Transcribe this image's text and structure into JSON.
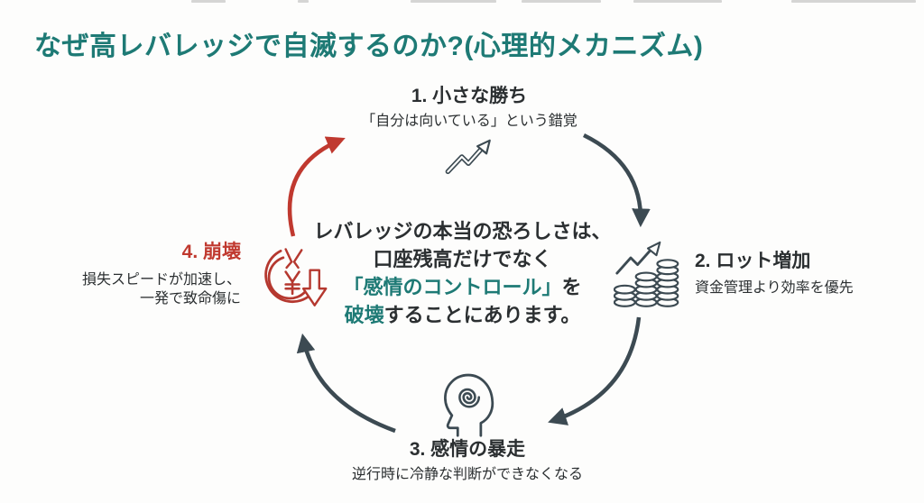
{
  "title": "なぜ高レバレッジで自滅するのか?(心理的メカニズム)",
  "colors": {
    "accent_teal": "#1e7a75",
    "alert_red": "#c0392f",
    "dark_text": "#2b2f31",
    "arrow_slate": "#3c4a52",
    "background": "#fdfdfc"
  },
  "cycle_nodes": [
    {
      "title": "1. 小さな勝ち",
      "subtitle": "「自分は向いている」という錯覚",
      "icon": "trend-up-arrow-icon"
    },
    {
      "title": "2. ロット増加",
      "subtitle": "資金管理より効率を優先",
      "icon": "coin-stacks-growth-icon"
    },
    {
      "title": "3. 感情の暴走",
      "subtitle": "逆行時に冷静な判断ができなくなる",
      "icon": "head-spiral-icon"
    },
    {
      "title": "4. 崩壊",
      "subtitle_line1": "損失スピードが加速し、",
      "subtitle_line2": "一発で致命傷に",
      "icon": "broken-yen-coin-down-arrow-icon"
    }
  ],
  "center_message": {
    "line1": "レバレッジの本当の恐ろしさは、",
    "line2": "口座残高だけでなく",
    "line3_teal": "「感情のコントロール」",
    "line3_dark": "を",
    "line4_teal": "破壊",
    "line4_dark": "することにあります。"
  }
}
